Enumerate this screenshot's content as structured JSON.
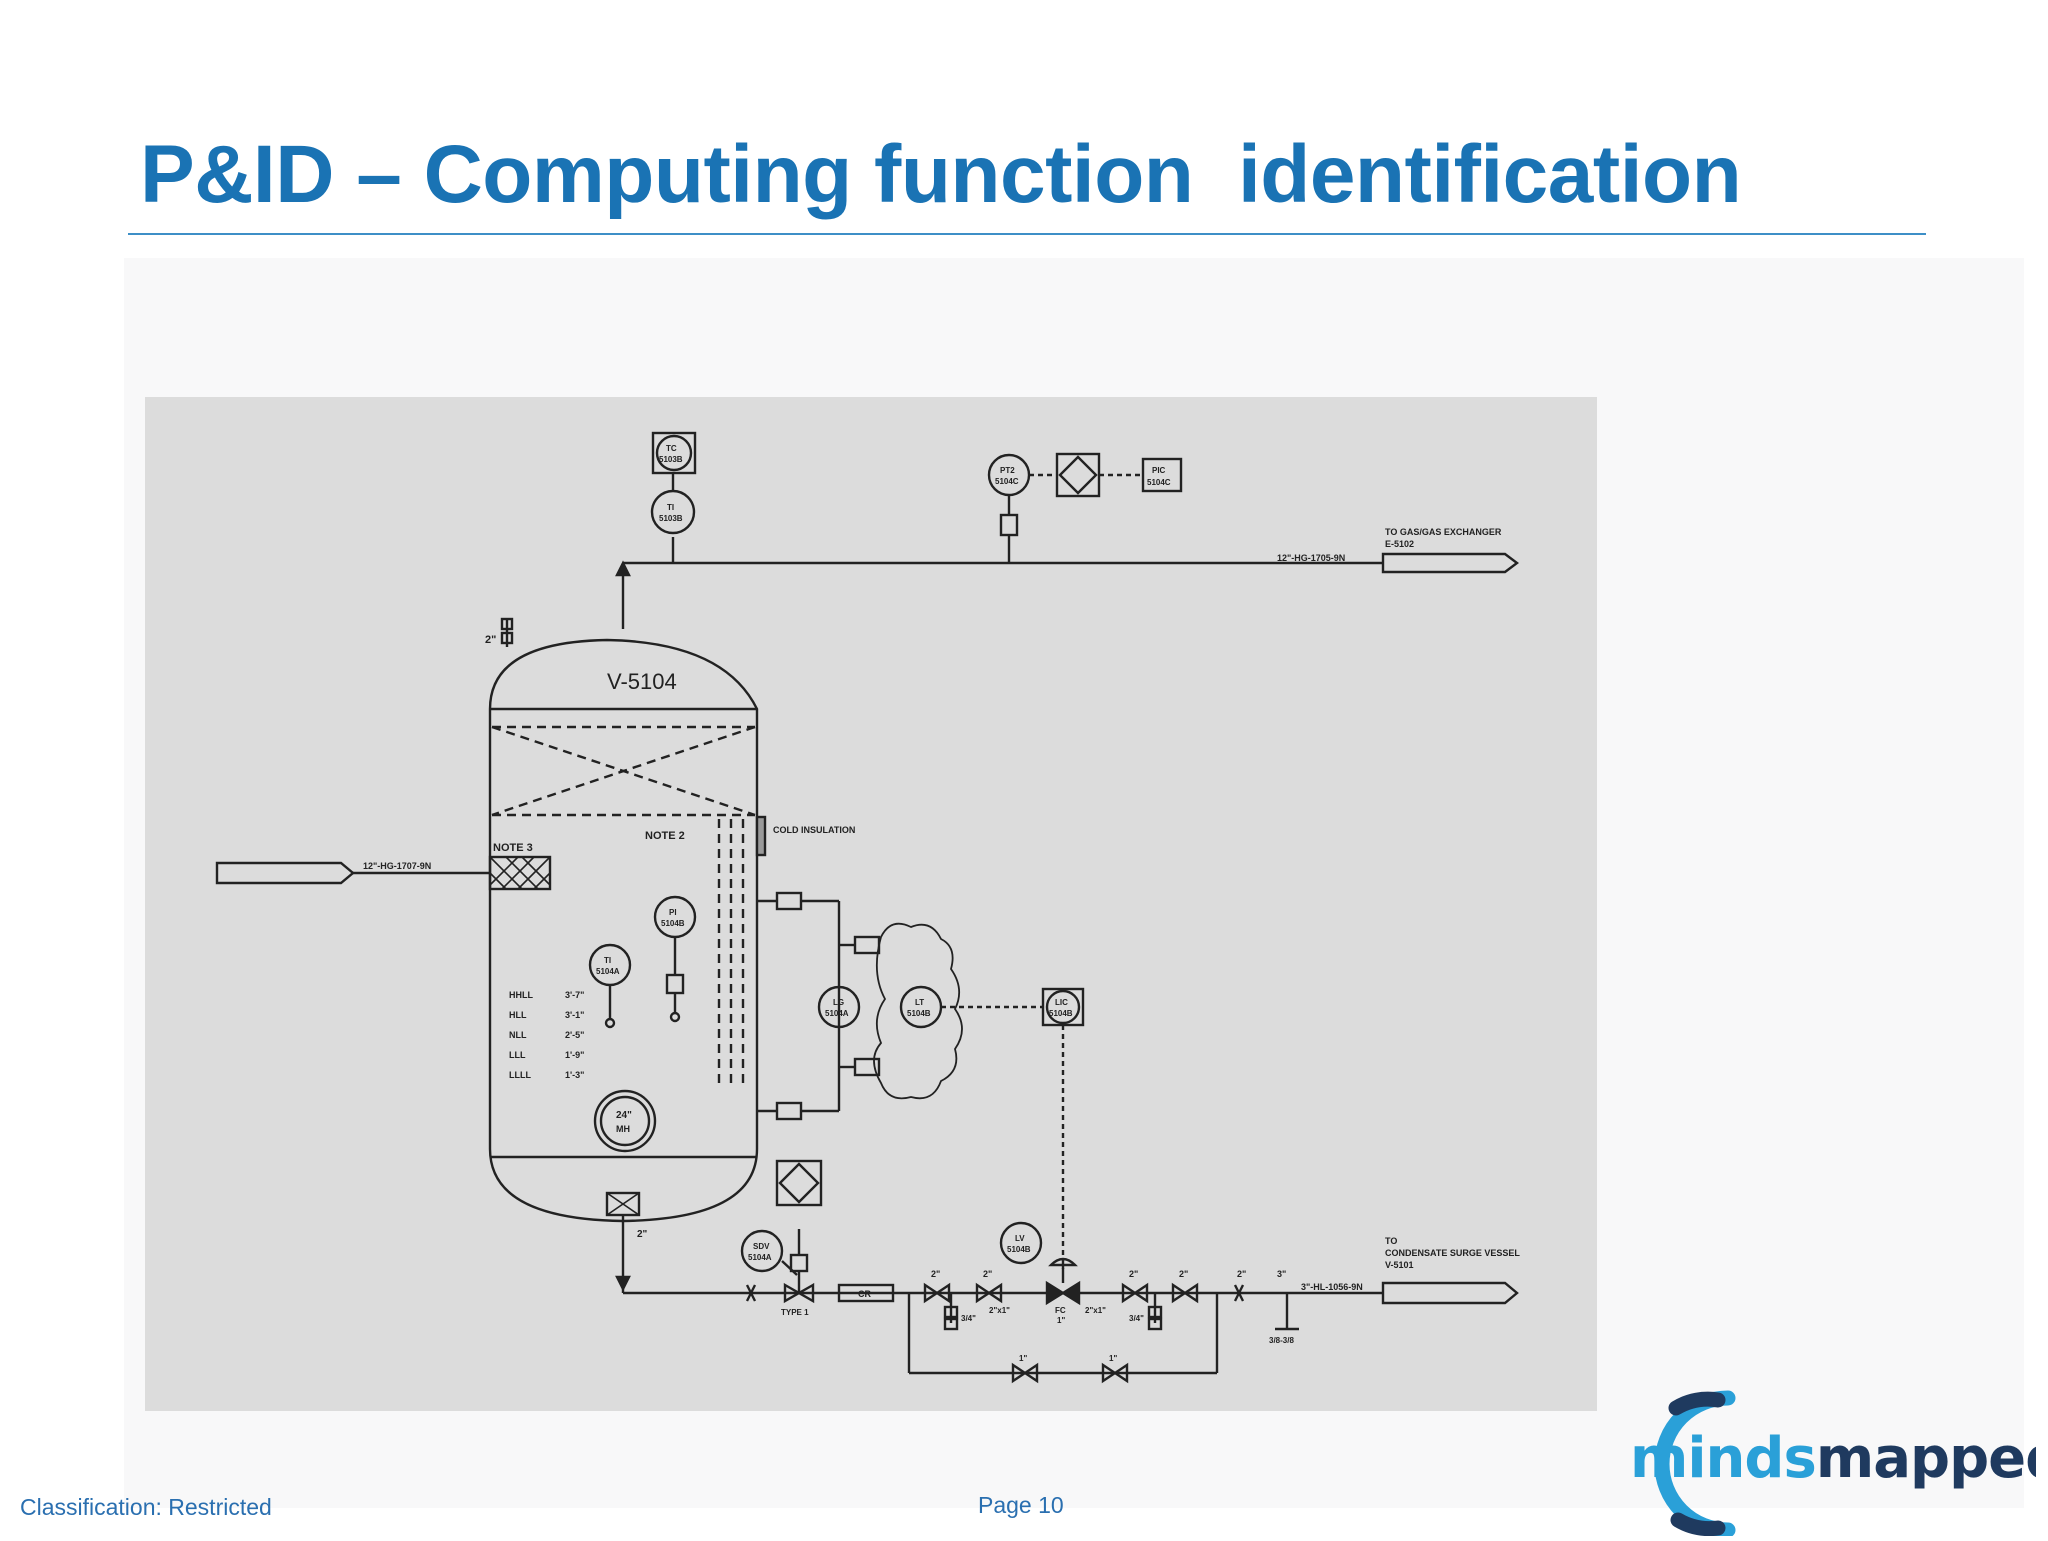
{
  "slide": {
    "title": "P&ID – Computing function  identification",
    "classification": "Classification: Restricted",
    "page": "Page 10"
  },
  "logo": {
    "text_part1": "minds",
    "text_part2": "mapped",
    "color_dark": "#1f3a5f",
    "color_accent": "#2aa0d8"
  },
  "diagram": {
    "vessel": {
      "tag": "V-5104",
      "note2": "NOTE 2",
      "note3": "NOTE 3",
      "insulation": "COLD INSULATION",
      "manhole_size": "24\"",
      "manhole_label": "MH"
    },
    "top_instruments": {
      "tc": [
        "TC",
        "5103B"
      ],
      "ti": [
        "TI",
        "5103B"
      ],
      "pt": [
        "PT2",
        "5104C"
      ],
      "pic": [
        "PIC",
        "5104C"
      ]
    },
    "vessel_instruments": {
      "pi": [
        "PI",
        "5104B"
      ],
      "ti": [
        "TI",
        "5104A"
      ],
      "lg": [
        "LG",
        "5104A"
      ],
      "lt": [
        "LT",
        "5104B"
      ],
      "lic": [
        "LIC",
        "5104B"
      ],
      "sdv": [
        "SDV",
        "5104A"
      ],
      "lv": [
        "LV",
        "5104B"
      ]
    },
    "top_sizes": {
      "vent": "2\""
    },
    "level_table": [
      {
        "tag": "HHLL",
        "value": "3'-7\""
      },
      {
        "tag": "HLL",
        "value": "3'-1\""
      },
      {
        "tag": "NLL",
        "value": "2'-5\""
      },
      {
        "tag": "LLL",
        "value": "1'-9\""
      },
      {
        "tag": "LLLL",
        "value": "1'-3\""
      }
    ],
    "lines": {
      "outlet_top": "12\"-HG-1705-9N",
      "inlet": "12\"-HG-1707-9N",
      "outlet_bottom": "3\"-HL-1056-9N"
    },
    "destinations": {
      "top": [
        "TO GAS/GAS EXCHANGER",
        "E-5102"
      ],
      "bottom": [
        "TO",
        "CONDENSATE SURGE VESSEL",
        "V-5101"
      ]
    },
    "bottom_labels": {
      "drain": "2\"",
      "type": "TYPE 1",
      "cr": "CR",
      "s1": "2\"",
      "s2": "2\"",
      "s3": "2\"x1\"",
      "fc": "FC",
      "s4": "1\"",
      "s5": "2\"x1\"",
      "s6": "2\"",
      "s7": "2\"",
      "s8": "2\"",
      "s9": "3\"",
      "d1": "3/4\"",
      "d2": "3/4\"",
      "b1": "1\"",
      "b2": "1\"",
      "bl": "3/8-3/8"
    }
  }
}
